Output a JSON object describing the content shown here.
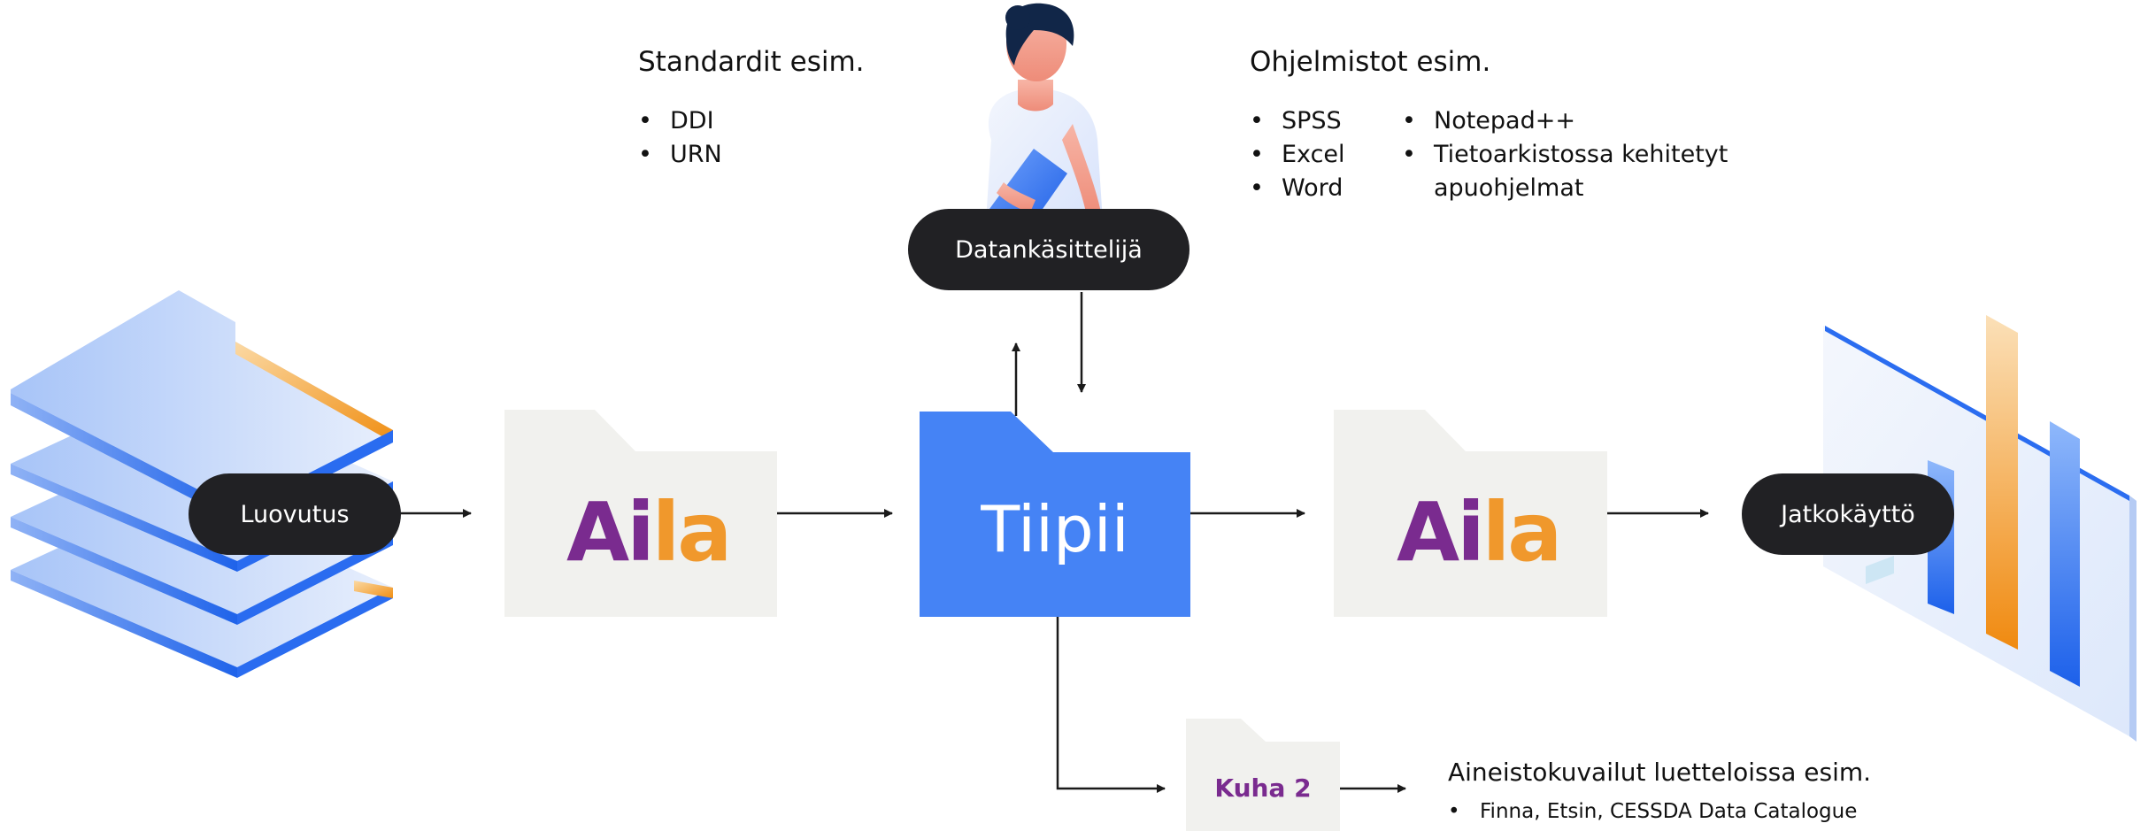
{
  "standards": {
    "heading": "Standardit esim.",
    "items": [
      "DDI",
      "URN"
    ]
  },
  "software": {
    "heading": "Ohjelmistot esim.",
    "column_1": [
      "SPSS",
      "Excel",
      "Word"
    ],
    "column_2": [
      "Notepad++",
      "Tietoarkistossa kehitetyt apuohjelmat"
    ]
  },
  "nodes": {
    "data_processor": "Datankäsittelijä",
    "submission": "Luovutus",
    "reuse": "Jatkokäyttö",
    "tiipii": "Tiipii",
    "kuha": "Kuha 2"
  },
  "aila_logo": {
    "part_1": "Ai",
    "part_2": "la",
    "color_1": "#7a2b8f",
    "color_2": "#f0982c"
  },
  "catalogues": {
    "heading": "Aineistokuvailut luetteloissa esim.",
    "items": [
      "Finna, Etsin, CESSDA Data Catalogue"
    ]
  },
  "colors": {
    "tiipii_folder": "#4583f5",
    "aila_folder": "#f1f1ee",
    "pill": "#212124",
    "accent_orange": "#f0982c",
    "accent_blue": "#2f72f0"
  },
  "icons": {
    "person": "person-holding-folder-icon",
    "data_stack": "stacked-data-layers-icon",
    "chart": "bar-chart-panel-icon"
  }
}
